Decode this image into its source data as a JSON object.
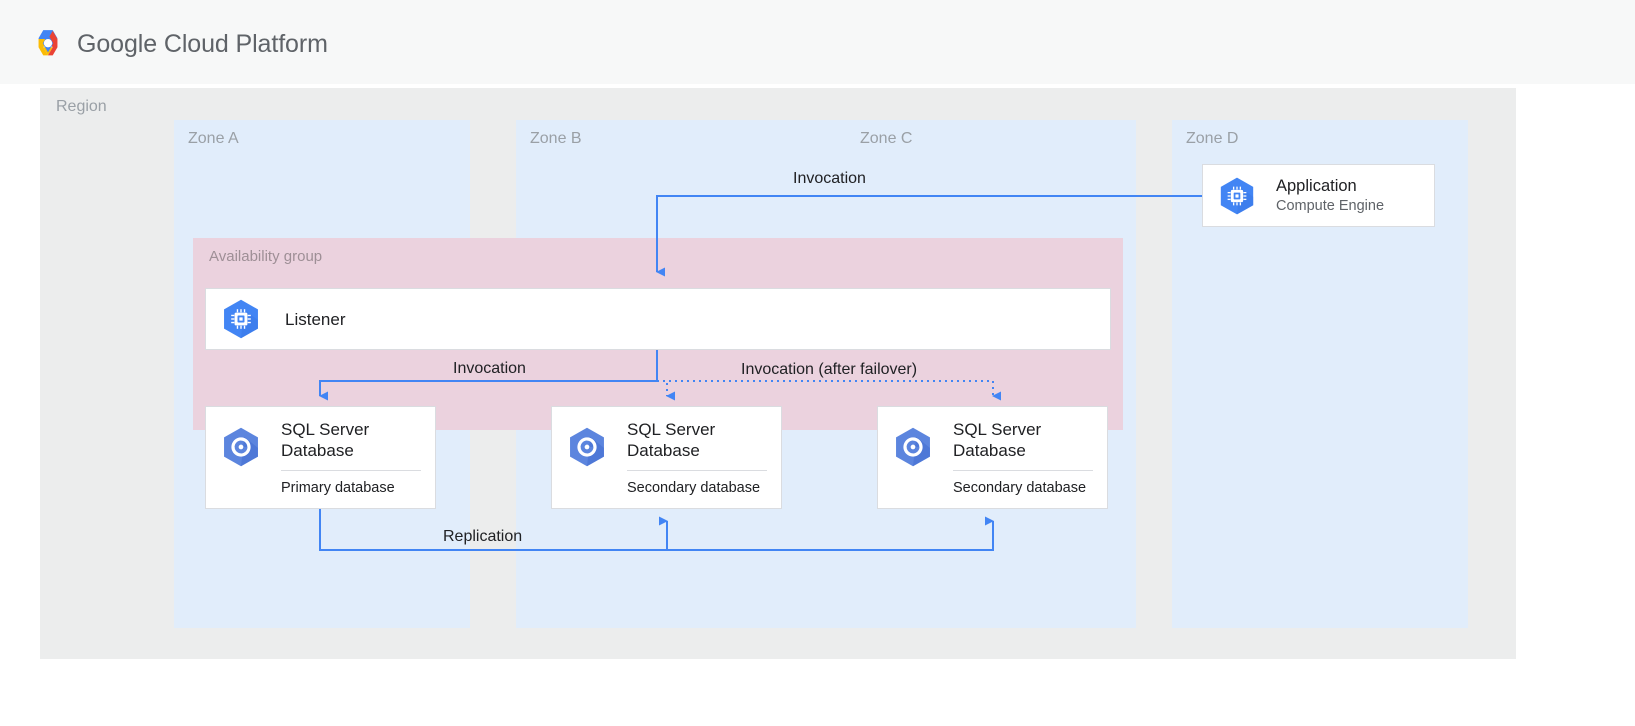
{
  "header": {
    "logo_icon": "google-cloud-hexagon-logo",
    "brand_first": "Google",
    "brand_rest": " Cloud Platform"
  },
  "diagram": {
    "region_label": "Region",
    "availability_group_label": "Availability group",
    "zones": [
      {
        "id": "zone-a",
        "label": "Zone A"
      },
      {
        "id": "zone-b",
        "label": "Zone B"
      },
      {
        "id": "zone-c",
        "label": "Zone C"
      },
      {
        "id": "zone-d",
        "label": "Zone D"
      }
    ],
    "nodes": {
      "application": {
        "title": "Application",
        "subtitle": "Compute Engine",
        "icon": "compute-engine-icon"
      },
      "listener": {
        "title": "Listener",
        "icon": "compute-engine-icon"
      },
      "db_primary": {
        "title": "SQL Server\nDatabase",
        "role": "Primary database",
        "icon": "sql-server-database-icon"
      },
      "db_secondary_1": {
        "title": "SQL Server\nDatabase",
        "role": "Secondary database",
        "icon": "sql-server-database-icon"
      },
      "db_secondary_2": {
        "title": "SQL Server\nDatabase",
        "role": "Secondary database",
        "icon": "sql-server-database-icon"
      }
    },
    "connectors": [
      {
        "id": "invocation-top",
        "label": "Invocation",
        "style": "solid",
        "from": "application",
        "to": "listener"
      },
      {
        "id": "invocation-primary",
        "label": "Invocation",
        "style": "solid",
        "from": "listener",
        "to": "db_primary"
      },
      {
        "id": "invocation-failover",
        "label": "Invocation (after failover)",
        "style": "dotted",
        "from": "listener",
        "to": "db_secondary_2"
      },
      {
        "id": "replication",
        "label": "Replication",
        "style": "solid",
        "from": "db_primary",
        "to": "secondaries"
      }
    ]
  },
  "colors": {
    "header_bg": "#f7f8f8",
    "region_bg": "#eceded",
    "zone_bg": "#e1edfb",
    "availability_group_bg": "#ebd2de",
    "card_bg": "#ffffff",
    "card_border": "#dadce0",
    "connector_blue": "#4285f4",
    "icon_blue": "#4285f4",
    "label_grey": "#9aa0a6",
    "text_dark": "#202124"
  }
}
